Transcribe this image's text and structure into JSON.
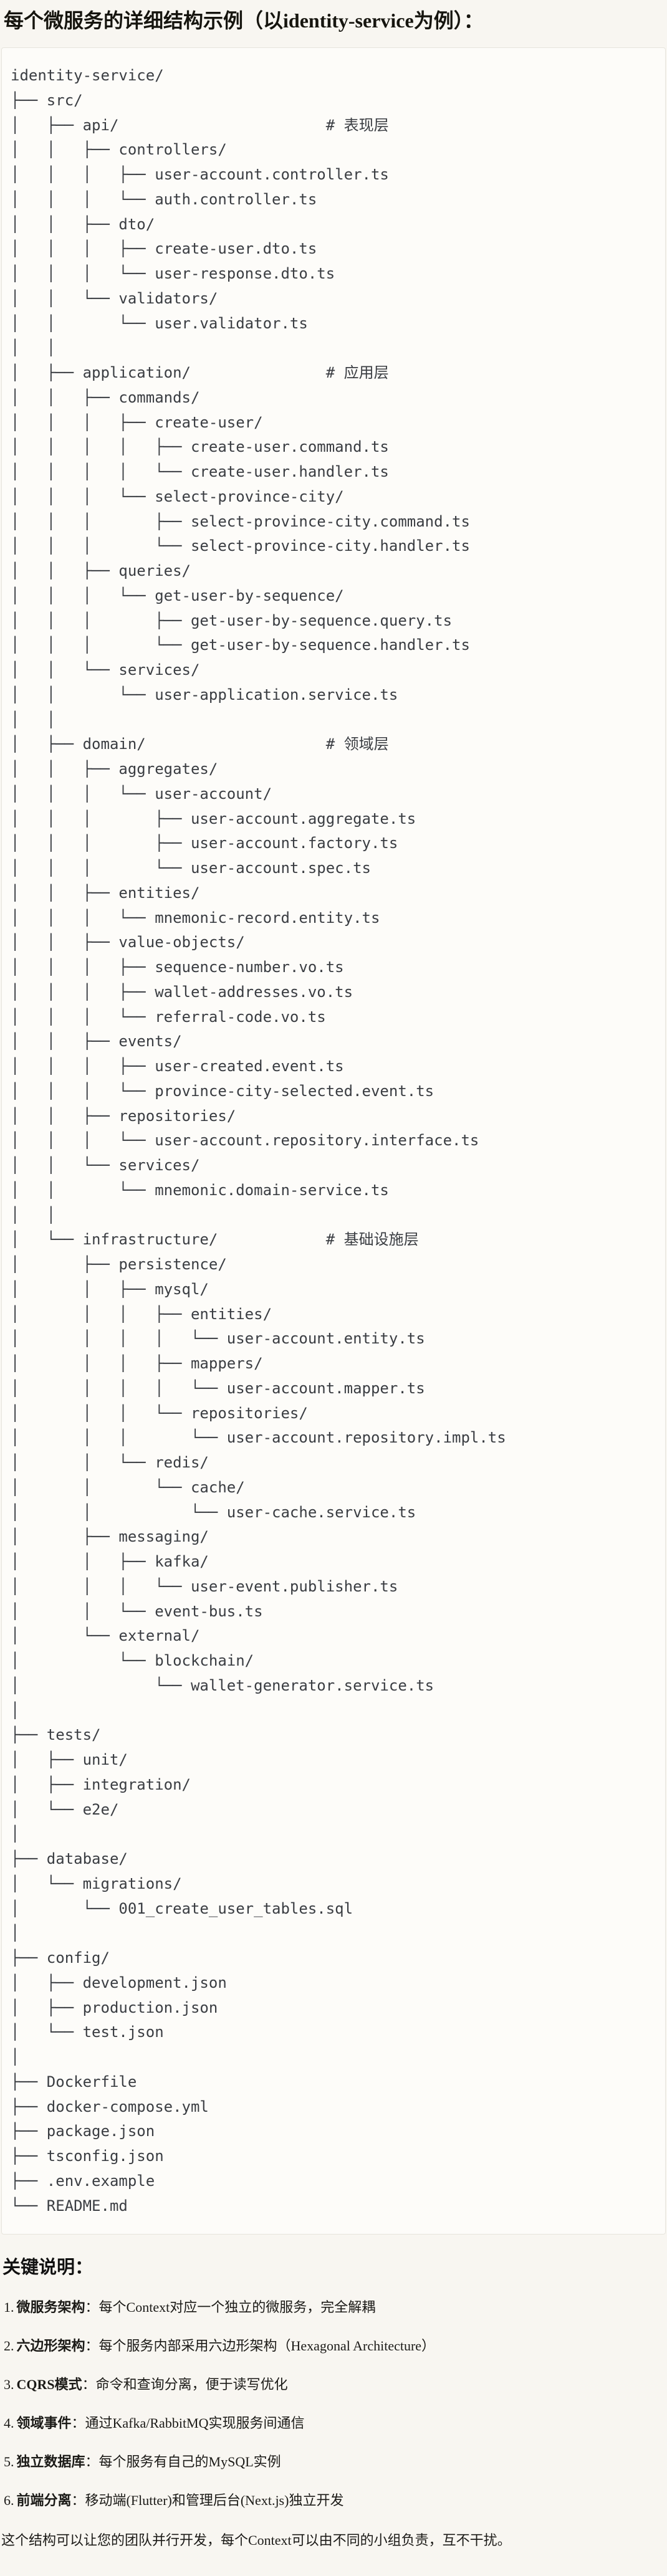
{
  "colors": {
    "page_bg": "#f8f6f1",
    "code_bg": "#fdfcf9",
    "code_border": "#e6e4dd",
    "code_text": "#3a3d42",
    "text": "#1b1a17"
  },
  "doc": {
    "title": "每个微服务的详细结构示例（以identity-service为例）：",
    "tree_lines": [
      "identity-service/",
      "├── src/",
      "│   ├── api/                       # 表现层",
      "│   │   ├── controllers/",
      "│   │   │   ├── user-account.controller.ts",
      "│   │   │   └── auth.controller.ts",
      "│   │   ├── dto/",
      "│   │   │   ├── create-user.dto.ts",
      "│   │   │   └── user-response.dto.ts",
      "│   │   └── validators/",
      "│   │       └── user.validator.ts",
      "│   │",
      "│   ├── application/               # 应用层",
      "│   │   ├── commands/",
      "│   │   │   ├── create-user/",
      "│   │   │   │   ├── create-user.command.ts",
      "│   │   │   │   └── create-user.handler.ts",
      "│   │   │   └── select-province-city/",
      "│   │   │       ├── select-province-city.command.ts",
      "│   │   │       └── select-province-city.handler.ts",
      "│   │   ├── queries/",
      "│   │   │   └── get-user-by-sequence/",
      "│   │   │       ├── get-user-by-sequence.query.ts",
      "│   │   │       └── get-user-by-sequence.handler.ts",
      "│   │   └── services/",
      "│   │       └── user-application.service.ts",
      "│   │",
      "│   ├── domain/                    # 领域层",
      "│   │   ├── aggregates/",
      "│   │   │   └── user-account/",
      "│   │   │       ├── user-account.aggregate.ts",
      "│   │   │       ├── user-account.factory.ts",
      "│   │   │       └── user-account.spec.ts",
      "│   │   ├── entities/",
      "│   │   │   └── mnemonic-record.entity.ts",
      "│   │   ├── value-objects/",
      "│   │   │   ├── sequence-number.vo.ts",
      "│   │   │   ├── wallet-addresses.vo.ts",
      "│   │   │   └── referral-code.vo.ts",
      "│   │   ├── events/",
      "│   │   │   ├── user-created.event.ts",
      "│   │   │   └── province-city-selected.event.ts",
      "│   │   ├── repositories/",
      "│   │   │   └── user-account.repository.interface.ts",
      "│   │   └── services/",
      "│   │       └── mnemonic.domain-service.ts",
      "│   │",
      "│   └── infrastructure/            # 基础设施层",
      "│       ├── persistence/",
      "│       │   ├── mysql/",
      "│       │   │   ├── entities/",
      "│       │   │   │   └── user-account.entity.ts",
      "│       │   │   ├── mappers/",
      "│       │   │   │   └── user-account.mapper.ts",
      "│       │   │   └── repositories/",
      "│       │   │       └── user-account.repository.impl.ts",
      "│       │   └── redis/",
      "│       │       └── cache/",
      "│       │           └── user-cache.service.ts",
      "│       ├── messaging/",
      "│       │   ├── kafka/",
      "│       │   │   └── user-event.publisher.ts",
      "│       │   └── event-bus.ts",
      "│       └── external/",
      "│           └── blockchain/",
      "│               └── wallet-generator.service.ts",
      "│",
      "├── tests/",
      "│   ├── unit/",
      "│   ├── integration/",
      "│   └── e2e/",
      "│",
      "├── database/",
      "│   └── migrations/",
      "│       └── 001_create_user_tables.sql",
      "│",
      "├── config/",
      "│   ├── development.json",
      "│   ├── production.json",
      "│   └── test.json",
      "│",
      "├── Dockerfile",
      "├── docker-compose.yml",
      "├── package.json",
      "├── tsconfig.json",
      "├── .env.example",
      "└── README.md"
    ],
    "notes_heading": "关键说明：",
    "notes": [
      {
        "num": "1.",
        "label": "微服务架构",
        "colon": "：",
        "text": "每个Context对应一个独立的微服务，完全解耦"
      },
      {
        "num": "2.",
        "label": "六边形架构",
        "colon": "：",
        "text": "每个服务内部采用六边形架构（Hexagonal Architecture）"
      },
      {
        "num": "3.",
        "label": "CQRS模式",
        "colon": "：",
        "text": "命令和查询分离，便于读写优化"
      },
      {
        "num": "4.",
        "label": "领域事件",
        "colon": "：",
        "text": "通过Kafka/RabbitMQ实现服务间通信"
      },
      {
        "num": "5.",
        "label": "独立数据库",
        "colon": "：",
        "text": "每个服务有自己的MySQL实例"
      },
      {
        "num": "6.",
        "label": "前端分离",
        "colon": "：",
        "text": "移动端(Flutter)和管理后台(Next.js)独立开发"
      }
    ],
    "footer": "这个结构可以让您的团队并行开发，每个Context可以由不同的小组负责，互不干扰。"
  }
}
